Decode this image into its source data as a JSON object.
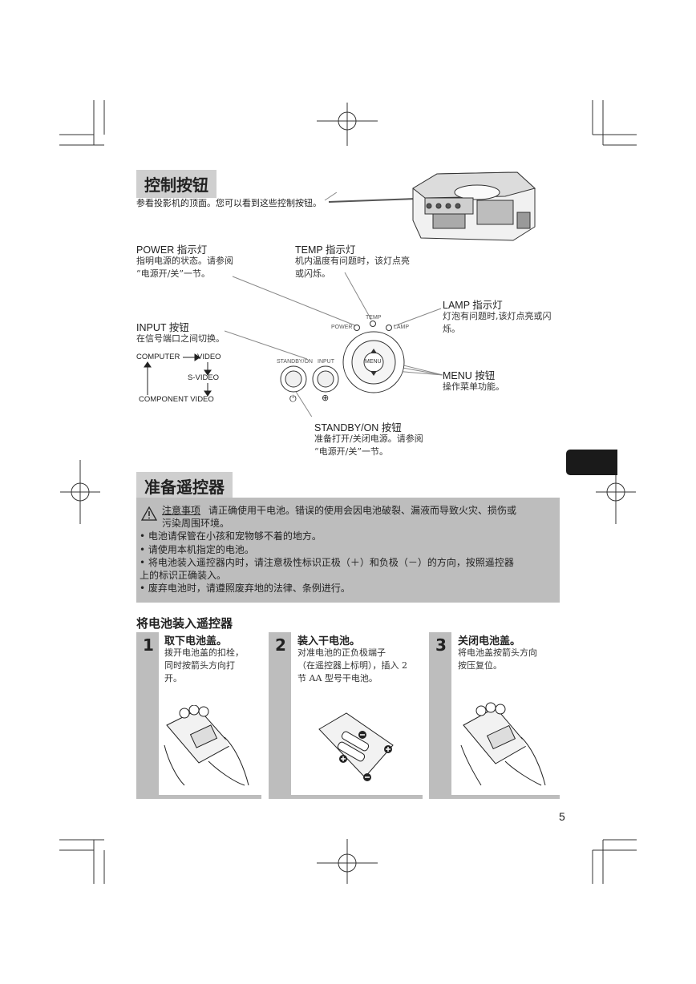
{
  "section1": {
    "title": "控制按钮",
    "intro": "参看投影机的顶面。您可以看到这些控制按钮。"
  },
  "labels": {
    "power": {
      "title": "POWER 指示灯",
      "desc1": "指明电源的状态。请参阅",
      "desc2": "“电源开/关”一节。"
    },
    "temp": {
      "title": "TEMP 指示灯",
      "desc1": "机内温度有问题时，该灯点亮",
      "desc2": "或闪烁。"
    },
    "lamp": {
      "title": "LAMP 指示灯",
      "desc1": "灯泡有问题时,该灯点亮或闪",
      "desc2": "烁。"
    },
    "input": {
      "title": "INPUT 按钮",
      "desc1": "在信号端口之间切换。"
    },
    "menu": {
      "title": "MENU 按钮",
      "desc1": "操作菜单功能。"
    },
    "standby": {
      "title": "STANDBY/ON 按钮",
      "desc1": "准备打开/关闭电源。请参阅",
      "desc2": "“电源开/关”一节。"
    }
  },
  "input_flow": {
    "computer": "COMPUTER",
    "video": "VIDEO",
    "svideo": "S-VIDEO",
    "component": "COMPONENT VIDEO"
  },
  "panel": {
    "power": "POWER",
    "temp": "TEMP",
    "lamp": "LAMP",
    "standby": "STANDBY/ON",
    "input": "INPUT",
    "menu": "MENU"
  },
  "section2": {
    "title": "准备遥控器"
  },
  "caution": {
    "heading": "注意事项",
    "line1": "请正确使用干电池。错误的使用会因电池破裂、漏液而导致火灾、损伤或",
    "line2": "污染周围环境。",
    "bullets": [
      "电池请保管在小孩和宠物够不着的地方。",
      "请使用本机指定的电池。",
      "将电池装入遥控器内时，请注意极性标识正极（＋）和负极（－）的方向，按照遥控器",
      "上的标识正确装入。",
      "废弃电池时，请遵照废弃地的法律、条例进行。"
    ]
  },
  "battery": {
    "heading": "将电池装入遥控器",
    "steps": [
      {
        "num": "1",
        "title": "取下电池盖。",
        "d1": "拨开电池盖的扣栓，",
        "d2": "同时按箭头方向打",
        "d3": "开。"
      },
      {
        "num": "2",
        "title": "装入干电池。",
        "d1": "对准电池的正负极端子",
        "d2": "（在遥控器上标明），插入 2",
        "d3": "节 AA 型号干电池。"
      },
      {
        "num": "3",
        "title": "关闭电池盖。",
        "d1": "将电池盖按箭头方向",
        "d2": "按压复位。",
        "d3": ""
      }
    ]
  },
  "page_number": "5"
}
